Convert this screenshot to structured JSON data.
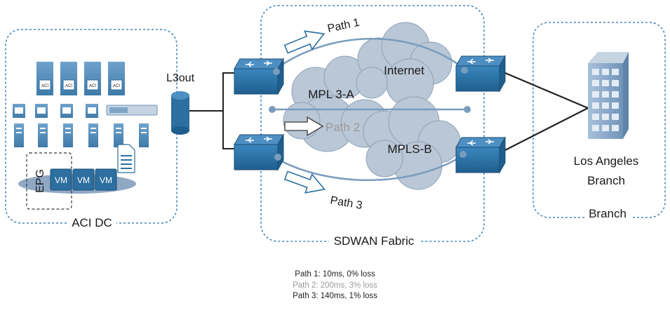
{
  "zones": {
    "aci_dc": "ACI DC",
    "sdwan": "SDWAN Fabric",
    "branch": "Branch"
  },
  "labels": {
    "l3out": "L3out",
    "epg": "EPG",
    "vm": "VM",
    "aci": "ACI",
    "internet": "Internet",
    "mpls_a": "MPL 3-A",
    "mpls_b": "MPLS-B",
    "path1": "Path 1",
    "path2": "Path 2",
    "path3": "Path 3",
    "branch_line1": "Los Angeles",
    "branch_line2": "Branch"
  },
  "metrics": {
    "path1": "Path 1: 10ms, 0% loss",
    "path2": "Path 2: 200ms, 3% loss",
    "path3": "Path 3: 140ms, 1% loss"
  },
  "colors": {
    "zone_border": "#4a86b8",
    "device_blue": "#2c6fa0",
    "cloud_fill": "#b9c7d6",
    "path_line": "#7a9cbc",
    "path2_text": "#9a9a9a"
  }
}
